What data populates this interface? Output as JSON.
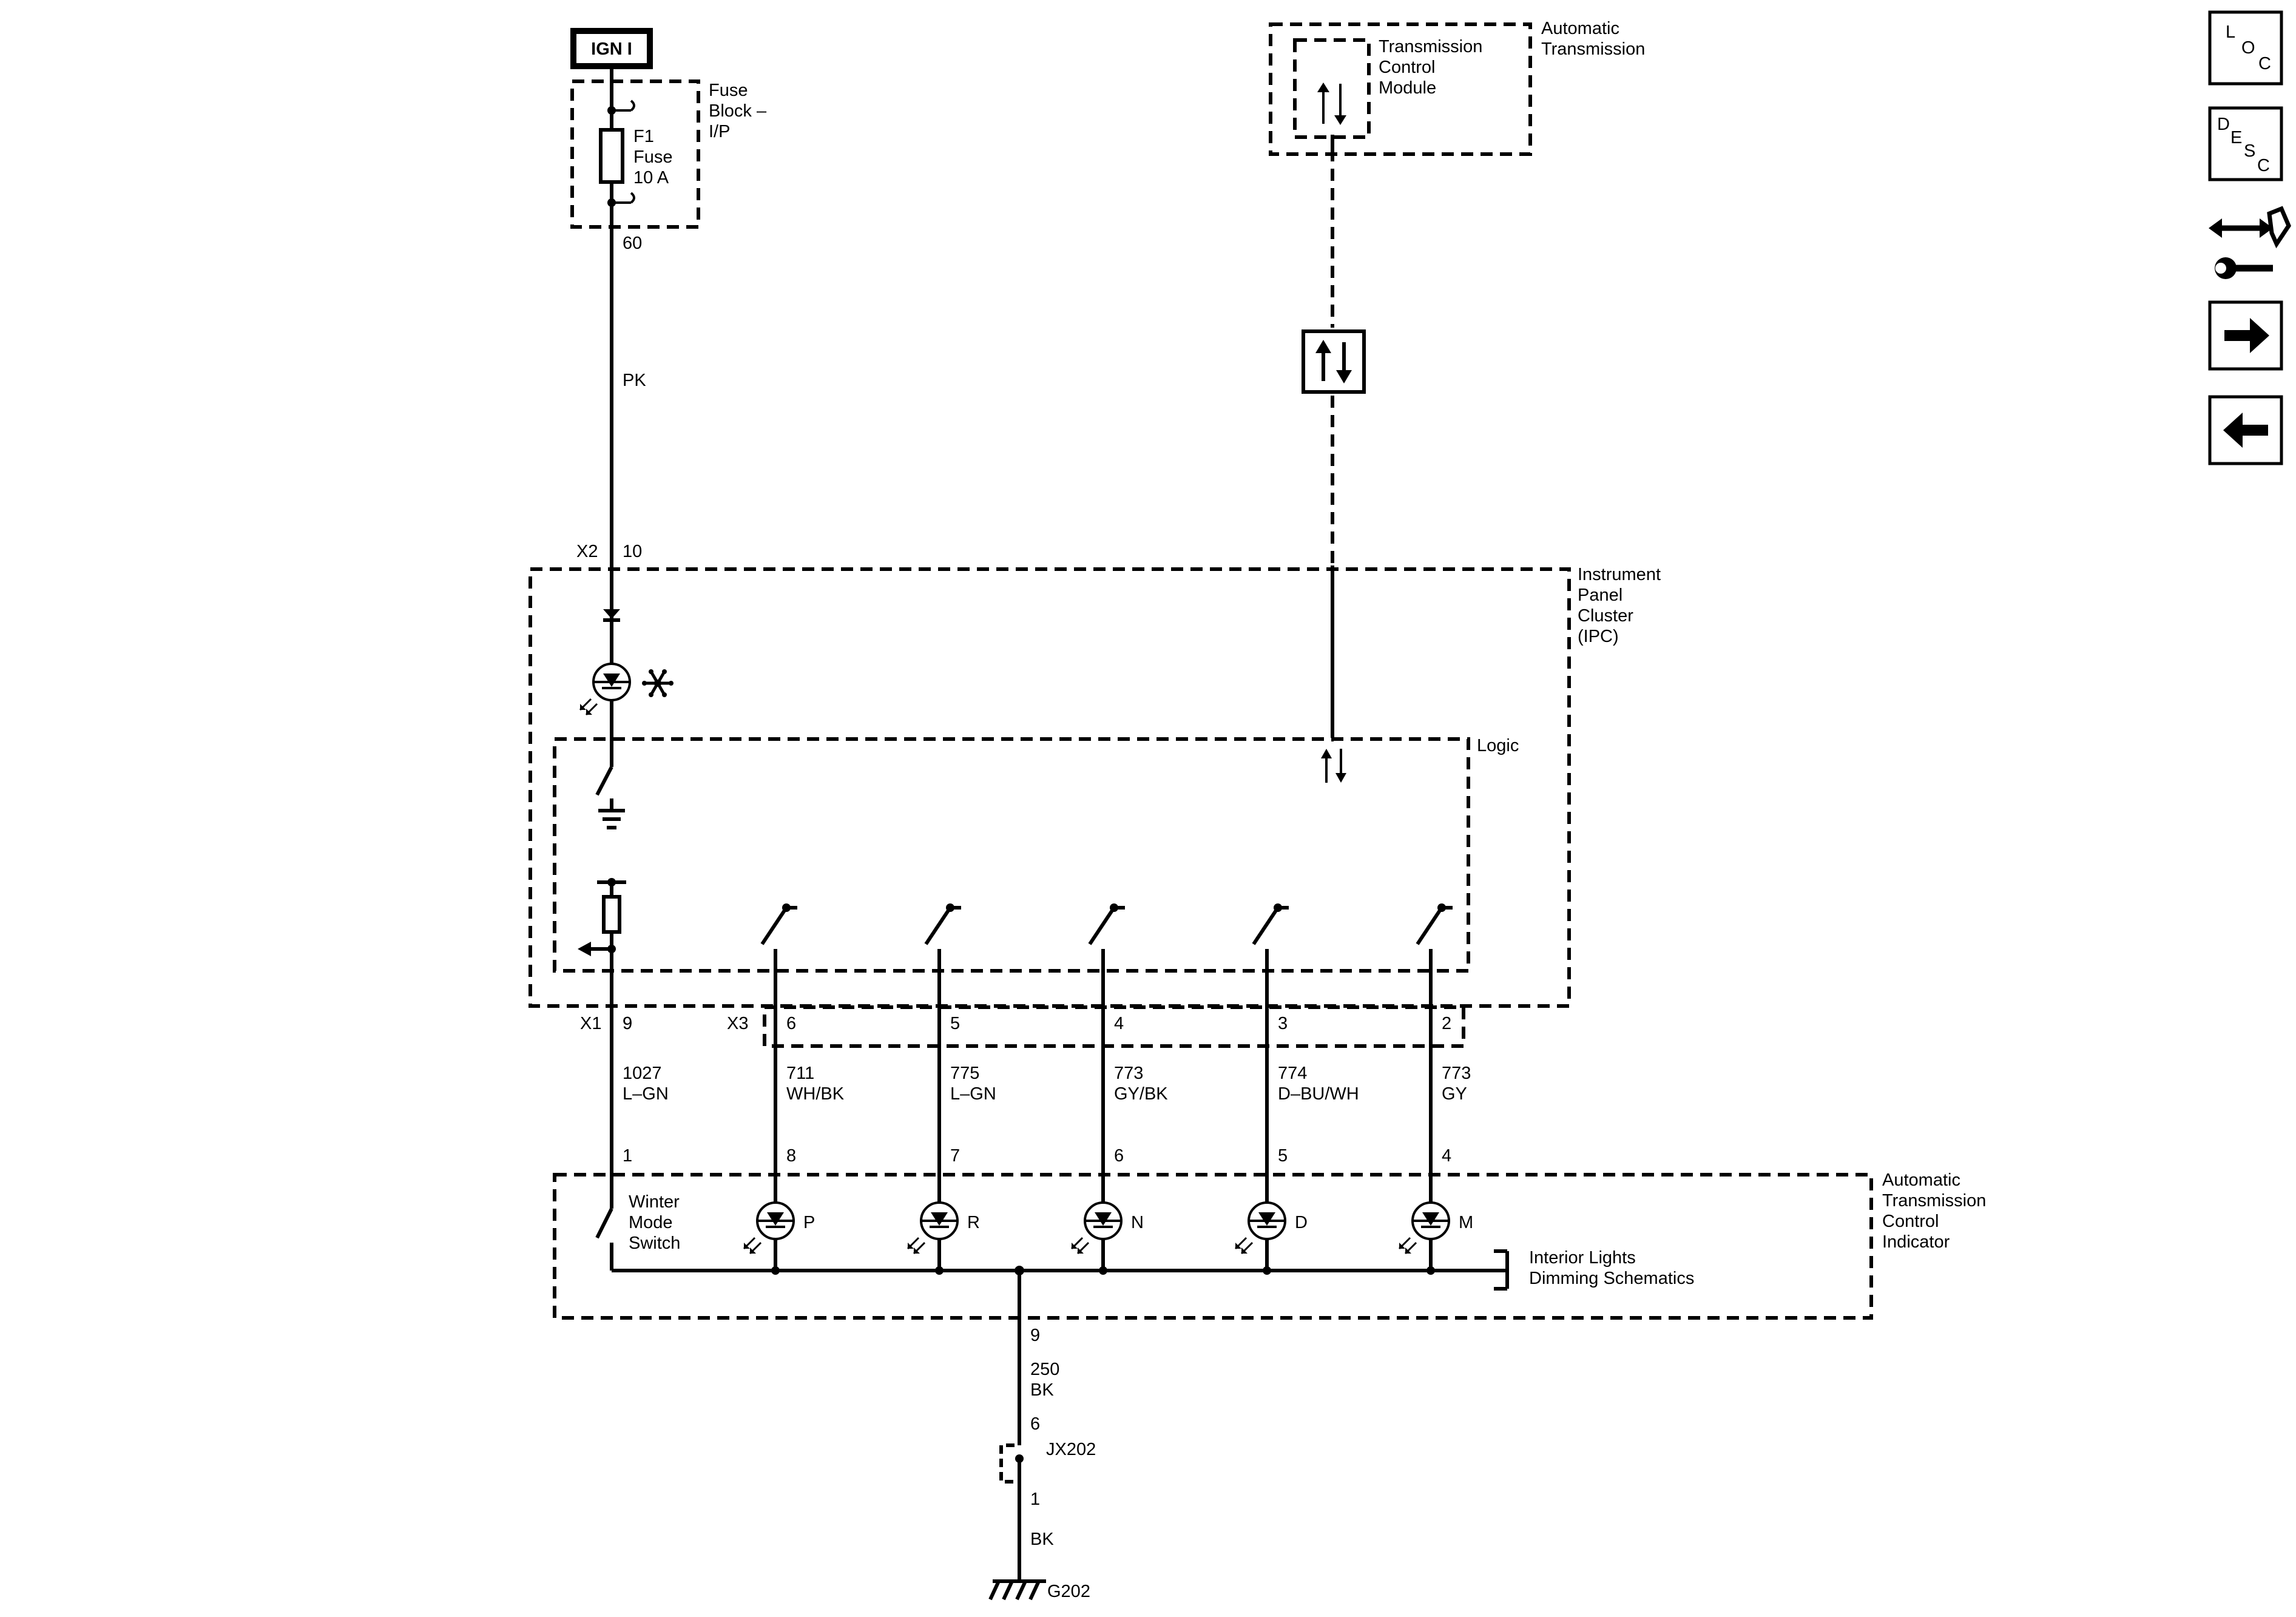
{
  "power": {
    "source": "IGN I"
  },
  "fuse_block": {
    "label": [
      "Fuse",
      "Block –",
      "I/P"
    ],
    "fuse": [
      "F1",
      "Fuse",
      "10 A"
    ],
    "out_pin": "60"
  },
  "feed_wire": {
    "color": "PK"
  },
  "tcm": {
    "label": [
      "Transmission",
      "Control",
      "Module"
    ],
    "system_label": [
      "Automatic",
      "Transmission"
    ]
  },
  "ipc": {
    "label": [
      "Instrument",
      "Panel",
      "Cluster",
      "(IPC)"
    ],
    "logic_label": "Logic",
    "x2_connector": "X2",
    "x2_pin": "10",
    "x1_connector": "X1",
    "x1_pin": "9",
    "x3_connector": "X3"
  },
  "wires": [
    {
      "pin": "9",
      "circuit": "1027",
      "color": "L–GN",
      "indicator_pin": "1"
    },
    {
      "pin": "6",
      "circuit": "711",
      "color": "WH/BK",
      "indicator_pin": "8",
      "lamp": "P"
    },
    {
      "pin": "5",
      "circuit": "775",
      "color": "L–GN",
      "indicator_pin": "7",
      "lamp": "R"
    },
    {
      "pin": "4",
      "circuit": "773",
      "color": "GY/BK",
      "indicator_pin": "6",
      "lamp": "N"
    },
    {
      "pin": "3",
      "circuit": "774",
      "color": "D–BU/WH",
      "indicator_pin": "5",
      "lamp": "D"
    },
    {
      "pin": "2",
      "circuit": "773",
      "color": "GY",
      "indicator_pin": "4",
      "lamp": "M"
    }
  ],
  "indicator": {
    "label": [
      "Automatic",
      "Transmission",
      "Control",
      "Indicator"
    ],
    "switch_label": [
      "Winter",
      "Mode",
      "Switch"
    ],
    "dimming_ref": [
      "Interior Lights",
      "Dimming Schematics"
    ]
  },
  "ground": {
    "pin": "9",
    "circuit": "250",
    "color": "BK",
    "splice_in_pin": "6",
    "splice": "JX202",
    "splice_out_pin": "1",
    "wire_color": "BK",
    "ground_point": "G202"
  },
  "nav": {
    "loc": [
      "L",
      "O",
      "C"
    ],
    "desc": [
      "D",
      "E",
      "S",
      "C"
    ]
  }
}
